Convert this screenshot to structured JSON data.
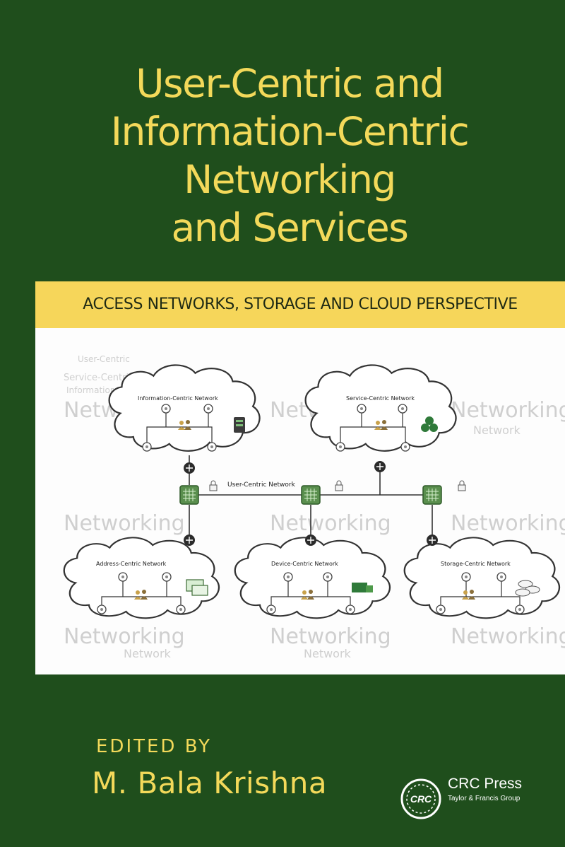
{
  "book": {
    "title_lines": [
      "User-Centric and",
      "Information-Centric",
      "Networking",
      "and Services"
    ],
    "subtitle": "ACCESS NETWORKS, STORAGE AND CLOUD PERSPECTIVE",
    "edited_label": "EDITED BY",
    "editor": "M. Bala Krishna"
  },
  "illustration": {
    "backbone_label": "User-Centric Network",
    "clouds": [
      "Information-Centric Network",
      "Service-Centric Network",
      "Address-Centric Network",
      "Device-Centric Network",
      "Storage-Centric Network"
    ],
    "watermark_big": "Networking",
    "watermark_small": "Network",
    "watermark_lines": [
      "User-Centric",
      "Service-Centric",
      "Information-Centric"
    ]
  },
  "publisher": {
    "logo_text": "CRC",
    "name": "CRC Press",
    "group": "Taylor & Francis Group"
  },
  "colors": {
    "background": "#1f4e1c",
    "title": "#f3d95a",
    "band": "#f6d65a",
    "panel": "#fdfdfd",
    "icon_green": "#2f7a3a"
  }
}
